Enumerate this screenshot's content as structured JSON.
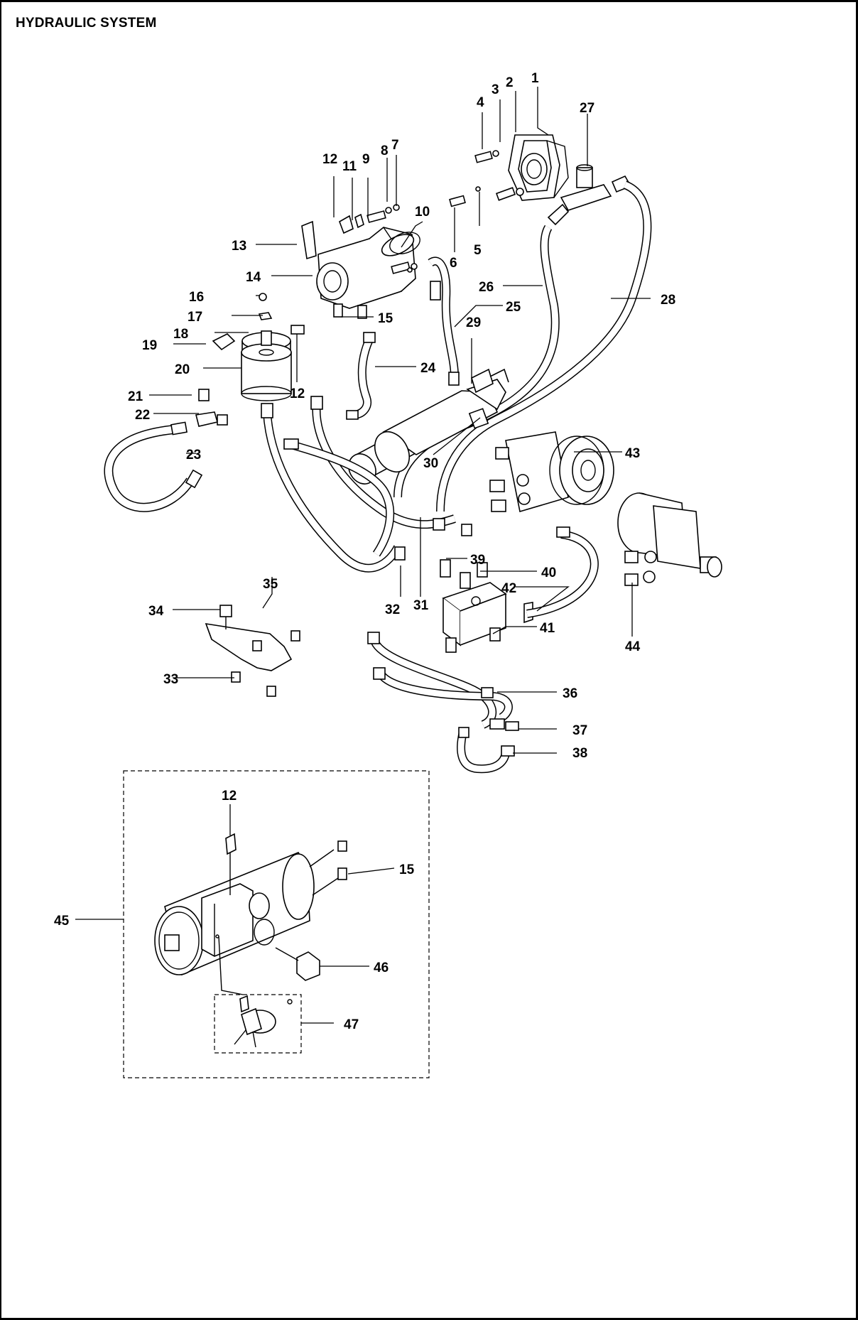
{
  "page": {
    "title": "HYDRAULIC SYSTEM"
  },
  "callouts": [
    "1",
    "2",
    "3",
    "4",
    "5",
    "6",
    "7",
    "8",
    "9",
    "10",
    "11",
    "12",
    "13",
    "14",
    "15",
    "16",
    "17",
    "18",
    "19",
    "20",
    "21",
    "22",
    "23",
    "24",
    "25",
    "26",
    "27",
    "28",
    "29",
    "30",
    "31",
    "32",
    "33",
    "34",
    "35",
    "36",
    "37",
    "38",
    "39",
    "40",
    "41",
    "42",
    "43",
    "44",
    "45",
    "46",
    "47"
  ],
  "callouts_repeated": {
    "12_b": "12",
    "12_c": "12",
    "15_b": "15"
  },
  "colors": {
    "ink": "#000000",
    "paper": "#ffffff"
  }
}
